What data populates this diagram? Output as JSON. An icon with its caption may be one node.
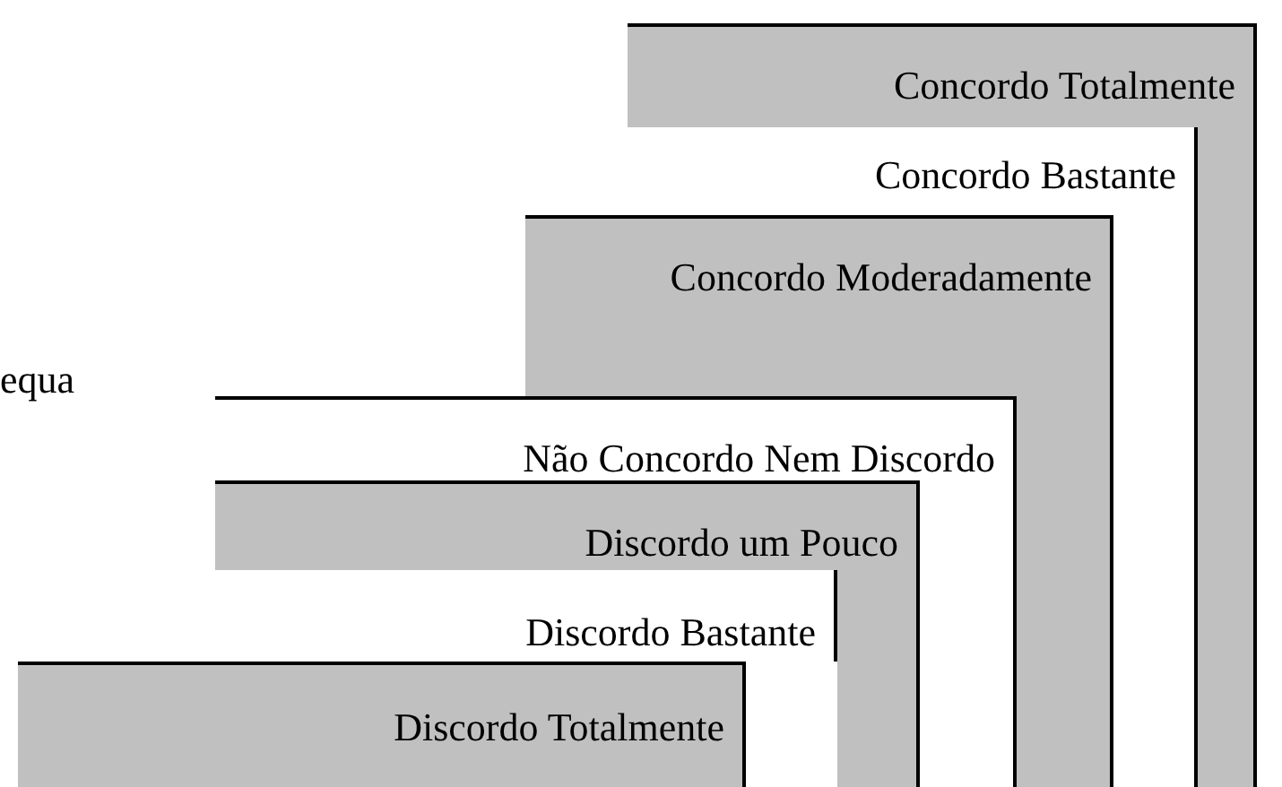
{
  "diagram": {
    "nodes": [
      {
        "text": [
          "Concordo Totalmente"
        ]
      },
      {
        "text": [
          "Concordo Bastante"
        ]
      },
      {
        "text": [
          "Concordo Moderadamente"
        ]
      },
      {
        "text": [
          "Não Concordo Nem Discordo"
        ]
      },
      {
        "text": [
          "Discordo um Pouco"
        ]
      },
      {
        "text": [
          "Discordo Bastante"
        ]
      },
      {
        "text": [
          "Discordo Totalmente"
        ]
      }
    ],
    "labels": [
      "equa"
    ]
  }
}
